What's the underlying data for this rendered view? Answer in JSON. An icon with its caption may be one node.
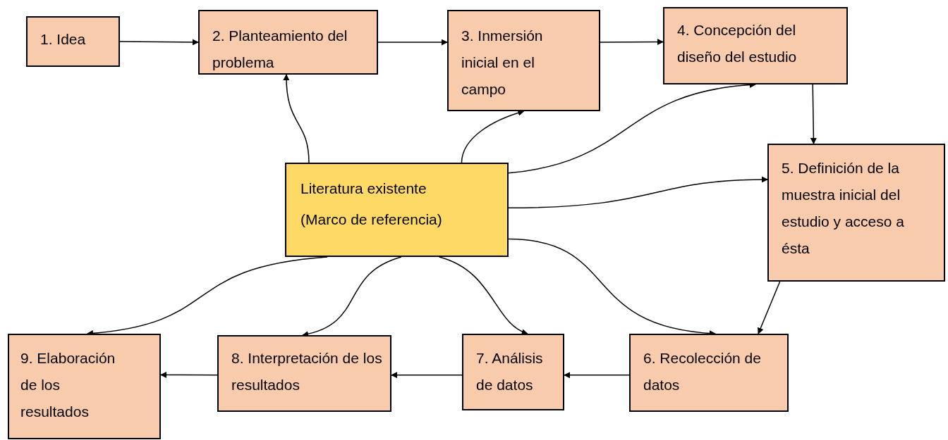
{
  "diagram": {
    "nodes": [
      {
        "text": [
          "1. Idea"
        ]
      },
      {
        "text": [
          "2. Planteamiento del problema"
        ]
      },
      {
        "text": [
          "3. Inmersión inicial en el campo"
        ]
      },
      {
        "text": [
          "4. Concepción del diseño del estudio"
        ]
      },
      {
        "text": [
          "5. Definición de la muestra inicial del estudio y acceso a ésta"
        ]
      },
      {
        "text": [
          "Literatura existente",
          "(Marco de referencia)"
        ]
      },
      {
        "text": [
          "6. Recolección de datos"
        ]
      },
      {
        "text": [
          "7. Análisis de datos"
        ]
      },
      {
        "text": [
          "8. Interpretación de los resultados"
        ]
      },
      {
        "text": [
          "9. Elaboración de los resultados"
        ]
      }
    ],
    "edges": [
      {
        "from": 0,
        "to": 1,
        "arrow": "to"
      },
      {
        "from": 1,
        "to": 2,
        "arrow": "to"
      },
      {
        "from": 2,
        "to": 3,
        "arrow": "to"
      },
      {
        "from": 3,
        "to": 4,
        "arrow": "to"
      },
      {
        "from": 4,
        "to": 6,
        "arrow": "to"
      },
      {
        "from": 6,
        "to": 7,
        "arrow": "to"
      },
      {
        "from": 7,
        "to": 8,
        "arrow": "to"
      },
      {
        "from": 8,
        "to": 9,
        "arrow": "to"
      },
      {
        "from": 5,
        "to": 1,
        "arrow": "to"
      },
      {
        "from": 5,
        "to": 2,
        "arrow": "to"
      },
      {
        "from": 5,
        "to": 3,
        "arrow": "to"
      },
      {
        "from": 5,
        "to": 4,
        "arrow": "to"
      },
      {
        "from": 5,
        "to": 6,
        "arrow": "to"
      },
      {
        "from": 5,
        "to": 7,
        "arrow": "to"
      },
      {
        "from": 5,
        "to": 8,
        "arrow": "to"
      },
      {
        "from": 5,
        "to": 9,
        "arrow": "to"
      }
    ]
  }
}
